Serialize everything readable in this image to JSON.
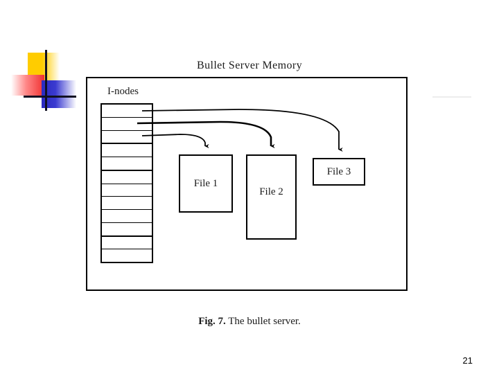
{
  "slide": {
    "background_color": "#ffffff",
    "page_number": "21",
    "logo": {
      "name": "powerpoint-design-logo",
      "yellow": "#FFCC00",
      "red": "#F03030",
      "blue": "#2B2BC0",
      "cross": "#111122"
    }
  },
  "figure": {
    "title": "Bullet Server Memory",
    "caption_label": "Fig.  7.",
    "caption_text": "The bullet server.",
    "inodes": {
      "label": "I-nodes",
      "row_count": 12,
      "rows": [
        {
          "index": 1,
          "has_pointer": true,
          "divider": "thin"
        },
        {
          "index": 2,
          "has_pointer": true,
          "divider": "thin"
        },
        {
          "index": 3,
          "has_pointer": true,
          "divider": "thick"
        },
        {
          "index": 4,
          "has_pointer": false,
          "divider": "thin"
        },
        {
          "index": 5,
          "has_pointer": false,
          "divider": "thick"
        },
        {
          "index": 6,
          "has_pointer": false,
          "divider": "thin"
        },
        {
          "index": 7,
          "has_pointer": false,
          "divider": "thin"
        },
        {
          "index": 8,
          "has_pointer": false,
          "divider": "thin"
        },
        {
          "index": 9,
          "has_pointer": false,
          "divider": "thin"
        },
        {
          "index": 10,
          "has_pointer": false,
          "divider": "thick"
        },
        {
          "index": 11,
          "has_pointer": false,
          "divider": "thin"
        },
        {
          "index": 12,
          "has_pointer": false,
          "divider": "none"
        }
      ]
    },
    "files": [
      {
        "label": "File 1",
        "source_inode": 3
      },
      {
        "label": "File 2",
        "source_inode": 2
      },
      {
        "label": "File 3",
        "source_inode": 1
      }
    ]
  }
}
